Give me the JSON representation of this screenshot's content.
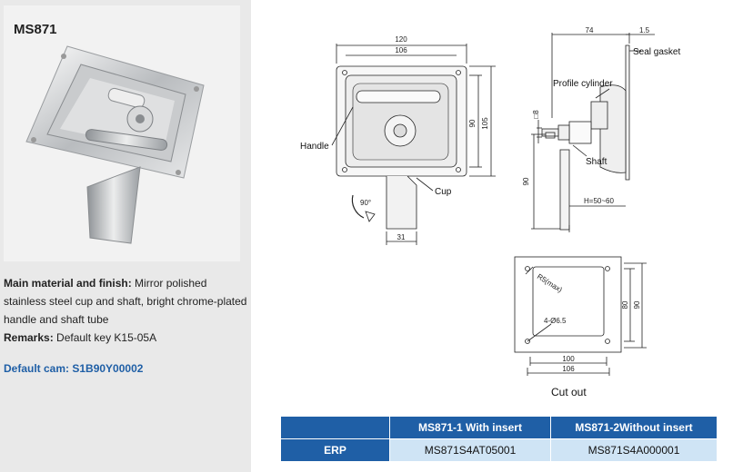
{
  "product": {
    "title": "MS871",
    "material_label": "Main material and finish:",
    "material_text": " Mirror polished stainless steel cup and shaft, bright chrome-plated handle and shaft tube",
    "remarks_label": "Remarks:",
    "remarks_text": " Default key K15-05A",
    "default_cam": "Default cam: S1B90Y00002"
  },
  "drawing": {
    "front": {
      "width_outer": "120",
      "width_inner": "106",
      "height_inner": "90",
      "height_outer": "105",
      "shaft_width": "31",
      "rotation": "90°",
      "handle_label": "Handle",
      "cup_label": "Cup"
    },
    "side": {
      "depth": "74",
      "gasket_thickness": "1.5",
      "seal_gasket_label": "Seal gasket",
      "profile_cylinder_label": "Profile cylinder",
      "shaft_label": "Shaft",
      "square_size": "□8",
      "shaft_length": "90",
      "panel_range": "H=50~60"
    },
    "cutout": {
      "radius_note": "R5(max)",
      "holes_note": "4-Ø6.5",
      "width_inner": "100",
      "width_outer": "106",
      "height_inner": "80",
      "height_outer": "90",
      "caption": "Cut out"
    }
  },
  "erp_table": {
    "headers": [
      "",
      "MS871-1 With insert",
      "MS871-2Without insert"
    ],
    "row_label": "ERP",
    "codes": [
      "MS871S4AT05001",
      "MS871S4A000001"
    ]
  },
  "colors": {
    "header_blue": "#1f5fa6",
    "cell_light_blue": "#cfe4f5",
    "panel_grey": "#e9e9e9"
  }
}
